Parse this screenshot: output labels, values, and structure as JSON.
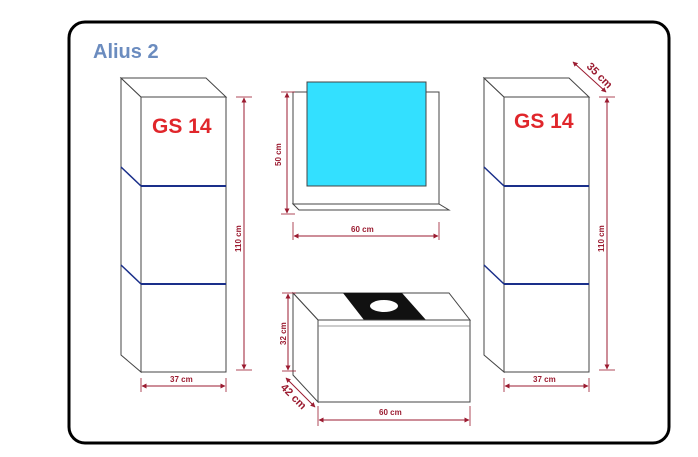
{
  "title": "Alius 2",
  "colors": {
    "frame": "#000000",
    "title": "#6b8cbf",
    "cabinet_label": "#e0262b",
    "dimension": "#9b1b30",
    "led_line": "#1a2f8a",
    "mirror": "#33e0ff",
    "outline": "#444444"
  },
  "left_cabinet": {
    "label": "GS 14",
    "height": "110 cm",
    "width": "37 cm"
  },
  "mirror": {
    "height": "50 cm",
    "width": "60 cm"
  },
  "right_cabinet": {
    "label": "GS 14",
    "height": "110 cm",
    "width": "37 cm",
    "depth": "35 cm"
  },
  "sink_cabinet": {
    "height": "32 cm",
    "depth": "42 cm",
    "width": "60 cm"
  }
}
